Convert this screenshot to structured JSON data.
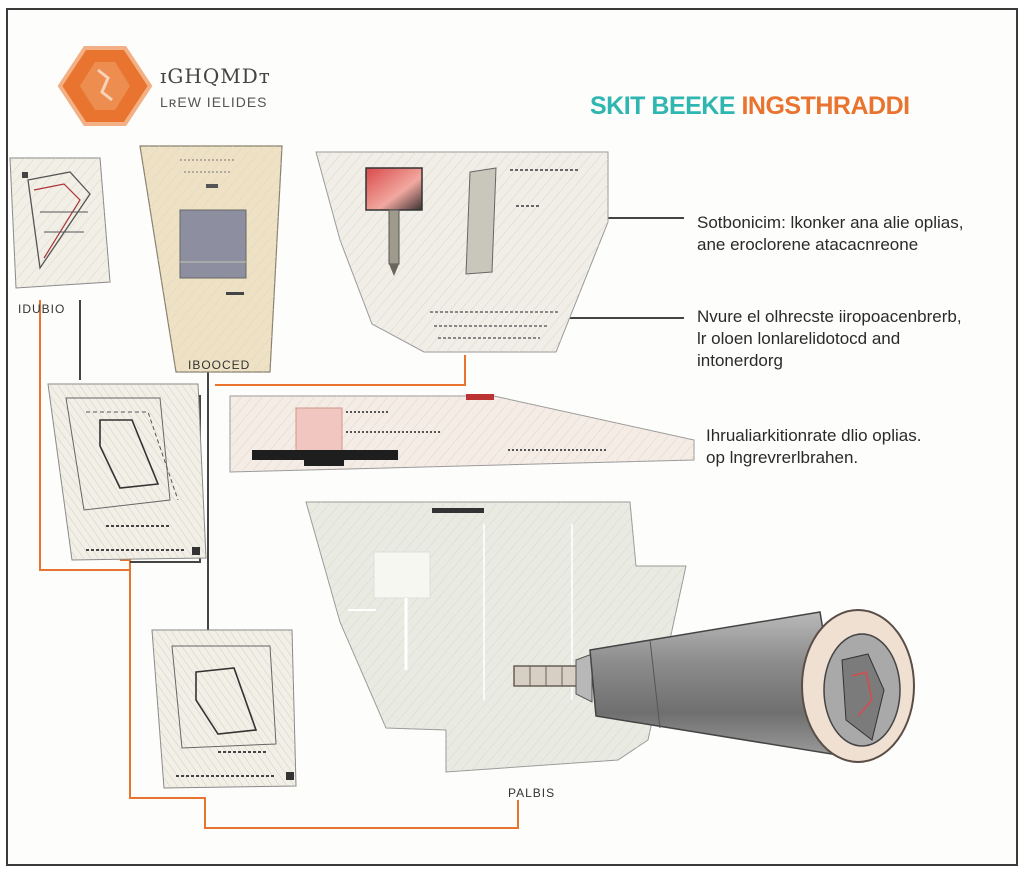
{
  "logo": {
    "title": "ɪGHQMDᴛ",
    "subtitle": "LʀEW IELIDES"
  },
  "headline": {
    "part1": "SKIT BEEKE ",
    "part2": "INGSTHRADDI"
  },
  "notes": [
    {
      "lines": [
        "Sotbonicim: lkonker ana alie oplias,",
        "ane eroclorene atacacnreone"
      ]
    },
    {
      "lines": [
        "Nvure el olhrecste iiropoacenbrerb,",
        "lr oloen lonlarelidotocd and",
        "intonerdorg"
      ]
    },
    {
      "lines": [
        "Ihrualiarkitionrate dlio oplias.",
        "op lngrevrerlbrahen."
      ]
    }
  ],
  "tags": {
    "left_panel": "IDUBIO",
    "center_panel": "IBOOCED",
    "bottom_panel": "PALBIS"
  },
  "colors": {
    "orange": "#e8742f",
    "teal": "#2fb6b0",
    "panel": "#efede4",
    "line": "#444444"
  }
}
